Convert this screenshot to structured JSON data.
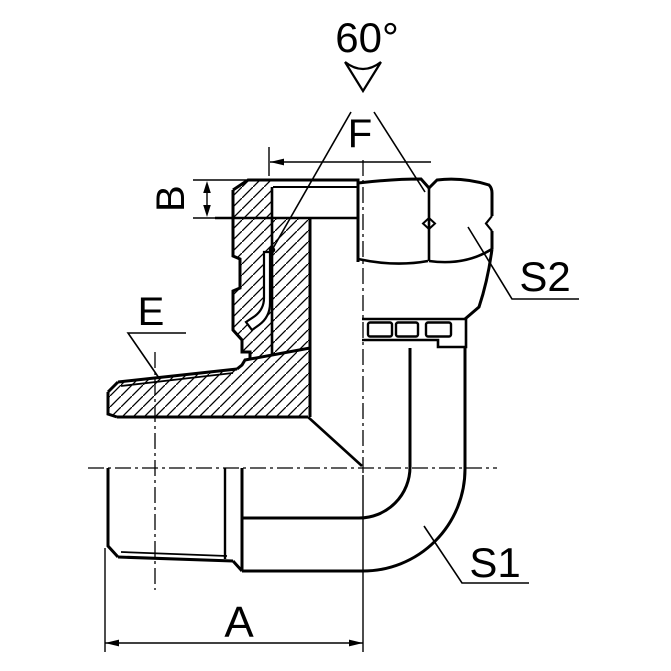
{
  "drawing": {
    "colors": {
      "line": "#000000",
      "background": "#ffffff"
    },
    "labels": {
      "cone_angle": "60°",
      "f": "F",
      "b": "B",
      "e": "E",
      "a": "A",
      "s1": "S1",
      "s2": "S2"
    }
  }
}
